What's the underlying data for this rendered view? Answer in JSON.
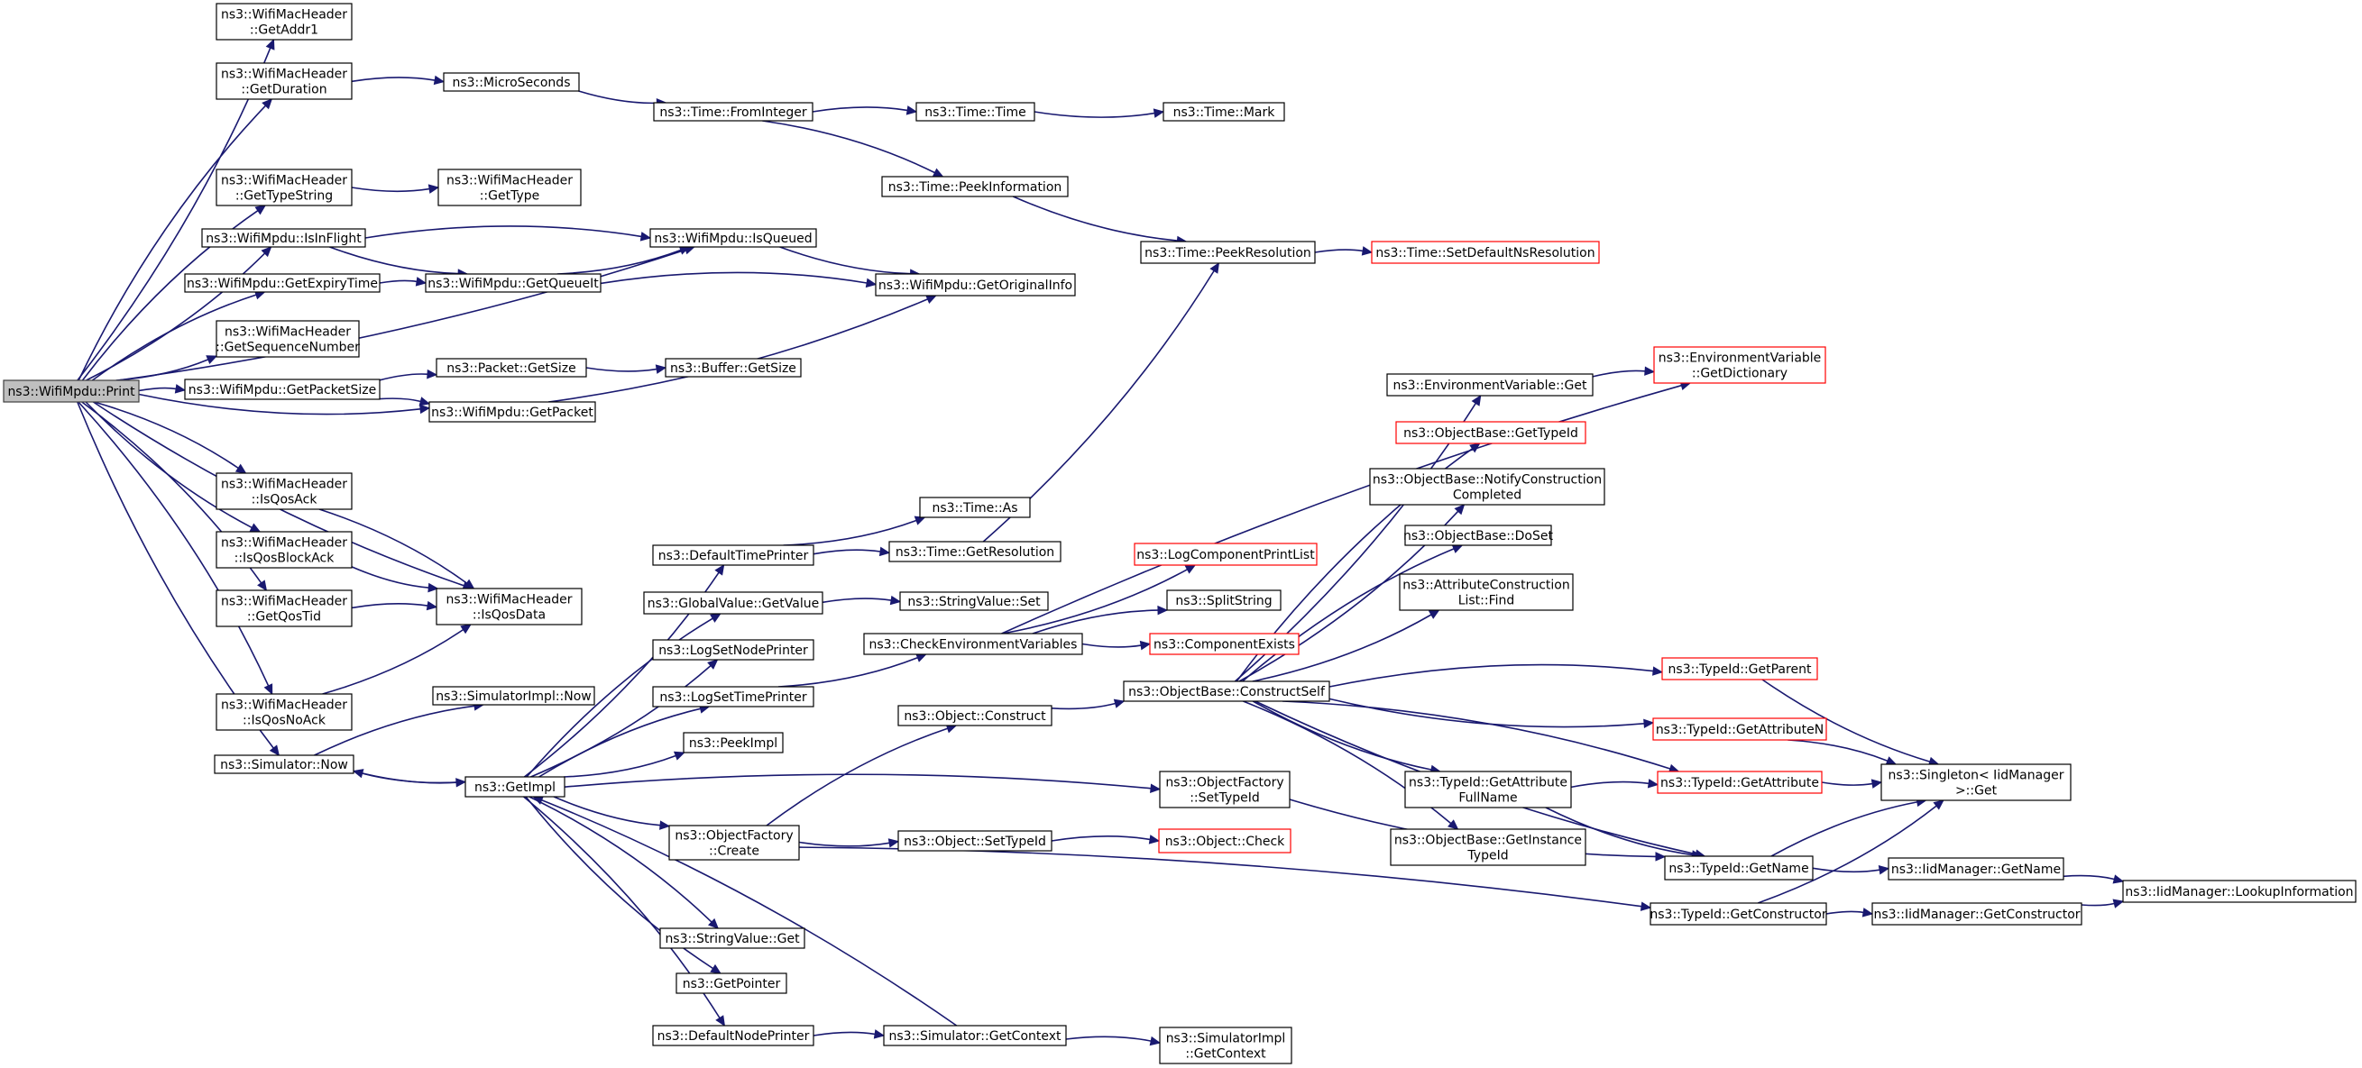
{
  "diagram": {
    "type": "doxygen-call-graph",
    "root": "print",
    "nodes": [
      {
        "id": "print",
        "lines": [
          "ns3::WifiMpdu::Print"
        ],
        "style": "root"
      },
      {
        "id": "getaddr1",
        "lines": [
          "ns3::WifiMacHeader",
          "::GetAddr1"
        ]
      },
      {
        "id": "getduration",
        "lines": [
          "ns3::WifiMacHeader",
          "::GetDuration"
        ]
      },
      {
        "id": "microseconds",
        "lines": [
          "ns3::MicroSeconds"
        ]
      },
      {
        "id": "frominteger",
        "lines": [
          "ns3::Time::FromInteger"
        ]
      },
      {
        "id": "timetime",
        "lines": [
          "ns3::Time::Time"
        ]
      },
      {
        "id": "mark",
        "lines": [
          "ns3::Time::Mark"
        ]
      },
      {
        "id": "peekinfo",
        "lines": [
          "ns3::Time::PeekInformation"
        ]
      },
      {
        "id": "gettypestring",
        "lines": [
          "ns3::WifiMacHeader",
          "::GetTypeString"
        ]
      },
      {
        "id": "gettype",
        "lines": [
          "ns3::WifiMacHeader",
          "::GetType"
        ]
      },
      {
        "id": "isinflight",
        "lines": [
          "ns3::WifiMpdu::IsInFlight"
        ]
      },
      {
        "id": "isqueued",
        "lines": [
          "ns3::WifiMpdu::IsQueued"
        ]
      },
      {
        "id": "peekres",
        "lines": [
          "ns3::Time::PeekResolution"
        ]
      },
      {
        "id": "setdefaultns",
        "lines": [
          "ns3::Time::SetDefaultNsResolution"
        ],
        "style": "red"
      },
      {
        "id": "getexpiry",
        "lines": [
          "ns3::WifiMpdu::GetExpiryTime"
        ]
      },
      {
        "id": "getqueueit",
        "lines": [
          "ns3::WifiMpdu::GetQueueIt"
        ]
      },
      {
        "id": "getorig",
        "lines": [
          "ns3::WifiMpdu::GetOriginalInfo"
        ]
      },
      {
        "id": "getseq",
        "lines": [
          "ns3::WifiMacHeader",
          "::GetSequenceNumber"
        ]
      },
      {
        "id": "getpacketsize",
        "lines": [
          "ns3::WifiMpdu::GetPacketSize"
        ]
      },
      {
        "id": "packetgetsize",
        "lines": [
          "ns3::Packet::GetSize"
        ]
      },
      {
        "id": "buffergetsize",
        "lines": [
          "ns3::Buffer::GetSize"
        ]
      },
      {
        "id": "getpacket",
        "lines": [
          "ns3::WifiMpdu::GetPacket"
        ]
      },
      {
        "id": "isqosack",
        "lines": [
          "ns3::WifiMacHeader",
          "::IsQosAck"
        ]
      },
      {
        "id": "isqosblockack",
        "lines": [
          "ns3::WifiMacHeader",
          "::IsQosBlockAck"
        ]
      },
      {
        "id": "getqostid",
        "lines": [
          "ns3::WifiMacHeader",
          "::GetQosTid"
        ]
      },
      {
        "id": "isqosdata",
        "lines": [
          "ns3::WifiMacHeader",
          "::IsQosData"
        ]
      },
      {
        "id": "isqosnoack",
        "lines": [
          "ns3::WifiMacHeader",
          "::IsQosNoAck"
        ]
      },
      {
        "id": "simnow",
        "lines": [
          "ns3::Simulator::Now"
        ]
      },
      {
        "id": "simimplnow",
        "lines": [
          "ns3::SimulatorImpl::Now"
        ]
      },
      {
        "id": "getimpl",
        "lines": [
          "ns3::GetImpl"
        ]
      },
      {
        "id": "deftimeprinter",
        "lines": [
          "ns3::DefaultTimePrinter"
        ]
      },
      {
        "id": "timeas",
        "lines": [
          "ns3::Time::As"
        ]
      },
      {
        "id": "timegetres",
        "lines": [
          "ns3::Time::GetResolution"
        ]
      },
      {
        "id": "gvgetvalue",
        "lines": [
          "ns3::GlobalValue::GetValue"
        ]
      },
      {
        "id": "svset",
        "lines": [
          "ns3::StringValue::Set"
        ]
      },
      {
        "id": "logsetnode",
        "lines": [
          "ns3::LogSetNodePrinter"
        ]
      },
      {
        "id": "logsettime",
        "lines": [
          "ns3::LogSetTimePrinter"
        ]
      },
      {
        "id": "checkenv",
        "lines": [
          "ns3::CheckEnvironmentVariables"
        ]
      },
      {
        "id": "logcomplist",
        "lines": [
          "ns3::LogComponentPrintList"
        ],
        "style": "red"
      },
      {
        "id": "splitstring",
        "lines": [
          "ns3::SplitString"
        ]
      },
      {
        "id": "compexists",
        "lines": [
          "ns3::ComponentExists"
        ],
        "style": "red"
      },
      {
        "id": "peekimpl",
        "lines": [
          "ns3::PeekImpl"
        ]
      },
      {
        "id": "objconstruct",
        "lines": [
          "ns3::Object::Construct"
        ]
      },
      {
        "id": "constructself",
        "lines": [
          "ns3::ObjectBase::ConstructSelf"
        ]
      },
      {
        "id": "ofsettypeid",
        "lines": [
          "ns3::ObjectFactory",
          "::SetTypeId"
        ]
      },
      {
        "id": "ofcreate",
        "lines": [
          "ns3::ObjectFactory",
          "::Create"
        ]
      },
      {
        "id": "objsettypeid",
        "lines": [
          "ns3::Object::SetTypeId"
        ]
      },
      {
        "id": "objcheck",
        "lines": [
          "ns3::Object::Check"
        ],
        "style": "red"
      },
      {
        "id": "svget",
        "lines": [
          "ns3::StringValue::Get"
        ]
      },
      {
        "id": "getpointer",
        "lines": [
          "ns3::GetPointer"
        ]
      },
      {
        "id": "defnodeprinter",
        "lines": [
          "ns3::DefaultNodePrinter"
        ]
      },
      {
        "id": "simgetcontext",
        "lines": [
          "ns3::Simulator::GetContext"
        ]
      },
      {
        "id": "simimplgetcontext",
        "lines": [
          "ns3::SimulatorImpl",
          "::GetContext"
        ]
      },
      {
        "id": "envget",
        "lines": [
          "ns3::EnvironmentVariable::Get"
        ]
      },
      {
        "id": "envgetdict",
        "lines": [
          "ns3::EnvironmentVariable",
          "::GetDictionary"
        ],
        "style": "red"
      },
      {
        "id": "obgettypeid",
        "lines": [
          "ns3::ObjectBase::GetTypeId"
        ],
        "style": "red"
      },
      {
        "id": "obnotify",
        "lines": [
          "ns3::ObjectBase::NotifyConstruction",
          "Completed"
        ]
      },
      {
        "id": "obdoset",
        "lines": [
          "ns3::ObjectBase::DoSet"
        ]
      },
      {
        "id": "acfind",
        "lines": [
          "ns3::AttributeConstruction",
          "List::Find"
        ]
      },
      {
        "id": "tidgetparent",
        "lines": [
          "ns3::TypeId::GetParent"
        ],
        "style": "red"
      },
      {
        "id": "tidgetattrn",
        "lines": [
          "ns3::TypeId::GetAttributeN"
        ],
        "style": "red"
      },
      {
        "id": "tidgetattrfull",
        "lines": [
          "ns3::TypeId::GetAttribute",
          "FullName"
        ]
      },
      {
        "id": "tidgetattr",
        "lines": [
          "ns3::TypeId::GetAttribute"
        ],
        "style": "red"
      },
      {
        "id": "singletonget",
        "lines": [
          "ns3::Singleton< IidManager",
          ">::Get"
        ]
      },
      {
        "id": "obgetinst",
        "lines": [
          "ns3::ObjectBase::GetInstance",
          "TypeId"
        ]
      },
      {
        "id": "tidgetname",
        "lines": [
          "ns3::TypeId::GetName"
        ]
      },
      {
        "id": "iidgetname",
        "lines": [
          "ns3::IidManager::GetName"
        ]
      },
      {
        "id": "tidgetctor",
        "lines": [
          "ns3::TypeId::GetConstructor"
        ]
      },
      {
        "id": "iidgetctor",
        "lines": [
          "ns3::IidManager::GetConstructor"
        ]
      },
      {
        "id": "iidlookup",
        "lines": [
          "ns3::IidManager::LookupInformation"
        ]
      }
    ],
    "edges": [
      [
        "print",
        "getaddr1"
      ],
      [
        "print",
        "getduration"
      ],
      [
        "print",
        "isqueued"
      ],
      [
        "print",
        "gettypestring"
      ],
      [
        "print",
        "isinflight"
      ],
      [
        "print",
        "getexpiry"
      ],
      [
        "print",
        "getseq"
      ],
      [
        "print",
        "getpacketsize"
      ],
      [
        "print",
        "getpacket"
      ],
      [
        "print",
        "isqosack"
      ],
      [
        "print",
        "isqosblockack"
      ],
      [
        "print",
        "getqostid"
      ],
      [
        "print",
        "isqosdata"
      ],
      [
        "print",
        "isqosnoack"
      ],
      [
        "print",
        "simnow"
      ],
      [
        "getduration",
        "microseconds"
      ],
      [
        "microseconds",
        "frominteger"
      ],
      [
        "frominteger",
        "timetime"
      ],
      [
        "timetime",
        "mark"
      ],
      [
        "frominteger",
        "peekinfo"
      ],
      [
        "peekinfo",
        "peekres"
      ],
      [
        "peekres",
        "setdefaultns"
      ],
      [
        "gettypestring",
        "gettype"
      ],
      [
        "isinflight",
        "isqueued"
      ],
      [
        "isinflight",
        "getqueueit"
      ],
      [
        "getexpiry",
        "getqueueit"
      ],
      [
        "getqueueit",
        "isqueued"
      ],
      [
        "getqueueit",
        "getorig"
      ],
      [
        "isqueued",
        "getorig"
      ],
      [
        "getpacketsize",
        "packetgetsize"
      ],
      [
        "packetgetsize",
        "buffergetsize"
      ],
      [
        "getpacketsize",
        "getpacket"
      ],
      [
        "getpacket",
        "getorig"
      ],
      [
        "isqosack",
        "isqosdata"
      ],
      [
        "isqosblockack",
        "isqosdata"
      ],
      [
        "getqostid",
        "isqosdata"
      ],
      [
        "isqosnoack",
        "isqosdata"
      ],
      [
        "simnow",
        "simimplnow"
      ],
      [
        "simnow",
        "getimpl"
      ],
      [
        "getimpl",
        "simnow"
      ],
      [
        "getimpl",
        "deftimeprinter"
      ],
      [
        "getimpl",
        "gvgetvalue"
      ],
      [
        "getimpl",
        "logsetnode"
      ],
      [
        "getimpl",
        "logsettime"
      ],
      [
        "getimpl",
        "peekimpl"
      ],
      [
        "getimpl",
        "ofsettypeid"
      ],
      [
        "getimpl",
        "ofcreate"
      ],
      [
        "getimpl",
        "svget"
      ],
      [
        "getimpl",
        "getpointer"
      ],
      [
        "getimpl",
        "defnodeprinter"
      ],
      [
        "deftimeprinter",
        "timeas"
      ],
      [
        "deftimeprinter",
        "timegetres"
      ],
      [
        "timegetres",
        "peekres"
      ],
      [
        "gvgetvalue",
        "svset"
      ],
      [
        "logsettime",
        "checkenv"
      ],
      [
        "checkenv",
        "envgetdict"
      ],
      [
        "checkenv",
        "logcomplist"
      ],
      [
        "checkenv",
        "splitstring"
      ],
      [
        "checkenv",
        "compexists"
      ],
      [
        "ofcreate",
        "objconstruct"
      ],
      [
        "ofcreate",
        "objsettypeid"
      ],
      [
        "ofcreate",
        "tidgetctor"
      ],
      [
        "objconstruct",
        "constructself"
      ],
      [
        "objsettypeid",
        "objcheck"
      ],
      [
        "ofsettypeid",
        "tidgetname"
      ],
      [
        "defnodeprinter",
        "simgetcontext"
      ],
      [
        "simgetcontext",
        "getimpl"
      ],
      [
        "simgetcontext",
        "simimplgetcontext"
      ],
      [
        "constructself",
        "envget"
      ],
      [
        "constructself",
        "obgettypeid"
      ],
      [
        "constructself",
        "obnotify"
      ],
      [
        "constructself",
        "obdoset"
      ],
      [
        "constructself",
        "acfind"
      ],
      [
        "constructself",
        "tidgetparent"
      ],
      [
        "constructself",
        "tidgetattrn"
      ],
      [
        "constructself",
        "tidgetattr"
      ],
      [
        "constructself",
        "tidgetattrfull"
      ],
      [
        "constructself",
        "obgetinst"
      ],
      [
        "constructself",
        "tidgetname"
      ],
      [
        "envget",
        "envgetdict"
      ],
      [
        "tidgetparent",
        "singletonget"
      ],
      [
        "tidgetattrn",
        "singletonget"
      ],
      [
        "tidgetattr",
        "singletonget"
      ],
      [
        "tidgetattrfull",
        "tidgetattr"
      ],
      [
        "tidgetattrfull",
        "tidgetname"
      ],
      [
        "tidgetname",
        "singletonget"
      ],
      [
        "tidgetname",
        "iidgetname"
      ],
      [
        "iidgetname",
        "iidlookup"
      ],
      [
        "tidgetctor",
        "singletonget"
      ],
      [
        "tidgetctor",
        "iidgetctor"
      ],
      [
        "iidgetctor",
        "iidlookup"
      ]
    ]
  }
}
